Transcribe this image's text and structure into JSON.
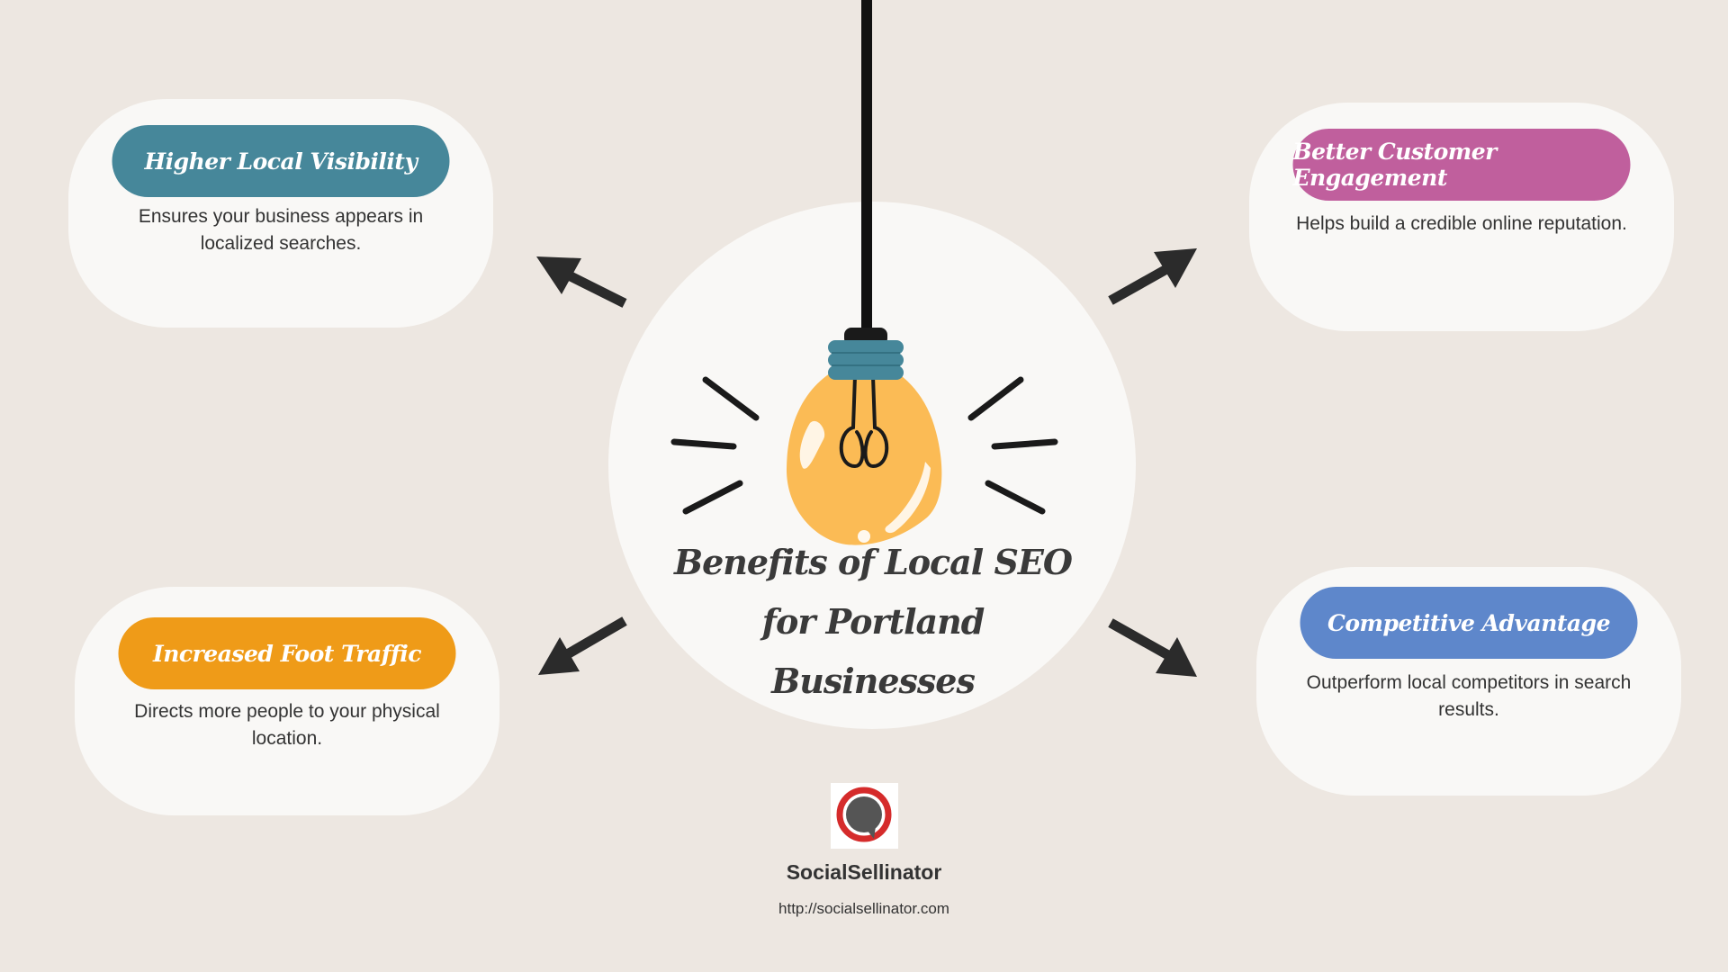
{
  "title": "Benefits of Local SEO for Portland Businesses",
  "cards": [
    {
      "heading": "Higher Local Visibility",
      "description": "Ensures your business appears in localized searches.",
      "color": "#46879a"
    },
    {
      "heading": "Better Customer Engagement",
      "description": "Helps build a credible online reputation.",
      "color": "#c05f9d"
    },
    {
      "heading": "Increased Foot Traffic",
      "description": "Directs more people to your physical location.",
      "color": "#ef9b18"
    },
    {
      "heading": "Competitive Advantage",
      "description": "Outperform local competitors in search results.",
      "color": "#5e87cb"
    }
  ],
  "brand": {
    "name": "SocialSellinator",
    "url": "http://socialsellinator.com"
  },
  "icons": [
    "light-bulb-icon",
    "arrow-icon",
    "socialsellinator-logo-icon"
  ],
  "colors": {
    "background": "#ede7e1",
    "card": "#f9f8f6",
    "bulb": "#fbbb55",
    "socket": "#46879a"
  }
}
